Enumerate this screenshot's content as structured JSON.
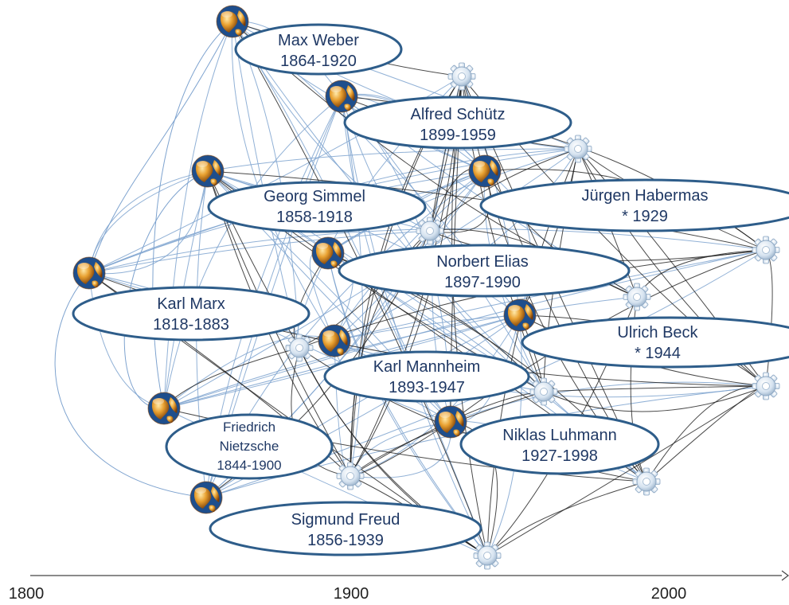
{
  "colors": {
    "accent": "#4a6fa5",
    "oval_stroke": "#2e5d8a",
    "text": "#1f3864",
    "edge_work": "#7ea3cf",
    "edge_reception": "#1b1b1b",
    "globe": "#e8a030",
    "gear": "#c9d9ea"
  },
  "icons": {
    "birth_marker": "globe-icon",
    "death_marker": "gear-icon"
  },
  "timeline": {
    "labels": [
      "1800",
      "1900",
      "2000"
    ]
  },
  "people": [
    {
      "id": "weber",
      "name": "Max Weber",
      "dates": "1864-1920"
    },
    {
      "id": "schuetz",
      "name": "Alfred Schütz",
      "dates": "1899-1959"
    },
    {
      "id": "simmel",
      "name": "Georg Simmel",
      "dates": "1858-1918"
    },
    {
      "id": "habermas",
      "name": "Jürgen Habermas",
      "dates": "* 1929"
    },
    {
      "id": "elias",
      "name": "Norbert Elias",
      "dates": "1897-1990"
    },
    {
      "id": "marx",
      "name": "Karl Marx",
      "dates": "1818-1883"
    },
    {
      "id": "beck",
      "name": "Ulrich Beck",
      "dates": "* 1944"
    },
    {
      "id": "mannheim",
      "name": "Karl Mannheim",
      "dates": "1893-1947"
    },
    {
      "id": "nietzsche",
      "name": "Friedrich Nietzsche",
      "name_lines": [
        "Friedrich",
        "Nietzsche"
      ],
      "dates": "1844-1900"
    },
    {
      "id": "luhmann",
      "name": "Niklas Luhmann",
      "dates": "1927-1998"
    },
    {
      "id": "freud",
      "name": "Sigmund Freud",
      "dates": "1856-1939"
    }
  ]
}
